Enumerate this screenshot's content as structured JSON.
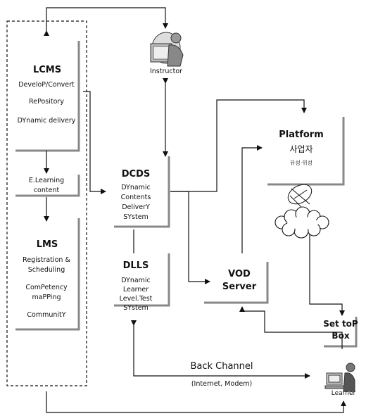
{
  "instructor": {
    "label": "Instructor"
  },
  "lcms": {
    "title": "LCMS",
    "items": [
      "DeveloP/Convert",
      "RePository",
      "DYnamic delivery"
    ]
  },
  "elearning": {
    "lines": [
      "E.Learning",
      "content"
    ]
  },
  "lms": {
    "title": "LMS",
    "items": [
      "Registration &",
      "Scheduling",
      "ComPetency",
      "maPPing",
      "CommunitY"
    ]
  },
  "dcds": {
    "title": "DCDS",
    "lines": [
      "DYnamic",
      "Contents",
      "DeliverY",
      "SYstem"
    ]
  },
  "dlls": {
    "title": "DLLS",
    "lines": [
      "DYnamic",
      "Learner",
      "Level.Test",
      "SYstem"
    ]
  },
  "platform": {
    "title": "Platform",
    "subtitle": "사업자",
    "note": "유성·위성"
  },
  "vod": {
    "lines": [
      "VOD",
      "Server"
    ]
  },
  "settop": {
    "lines": [
      "Set toP",
      "Box"
    ]
  },
  "back_channel": {
    "label": "Back Channel",
    "sub": "(Internet, Modem)"
  },
  "learner": {
    "label": "Learner"
  }
}
